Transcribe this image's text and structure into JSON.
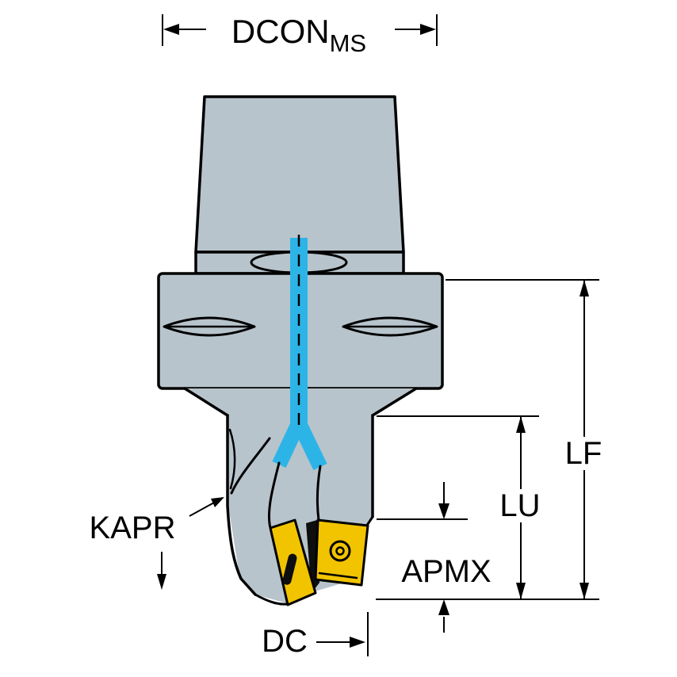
{
  "diagram": {
    "type": "technical-dimension-drawing",
    "subject": "end milling cutter with coolant channel and indexable inserts",
    "labels": {
      "dcon_main": "DCON",
      "dcon_sub": "MS",
      "lf": "LF",
      "lu": "LU",
      "apmx": "APMX",
      "kapr": "KAPR",
      "dc": "DC"
    },
    "colors": {
      "background": "#ffffff",
      "outline": "#000000",
      "tool_body": "#b8c4cc",
      "insert_yellow": "#f2c400",
      "coolant_cyan": "#2db4e7"
    }
  }
}
